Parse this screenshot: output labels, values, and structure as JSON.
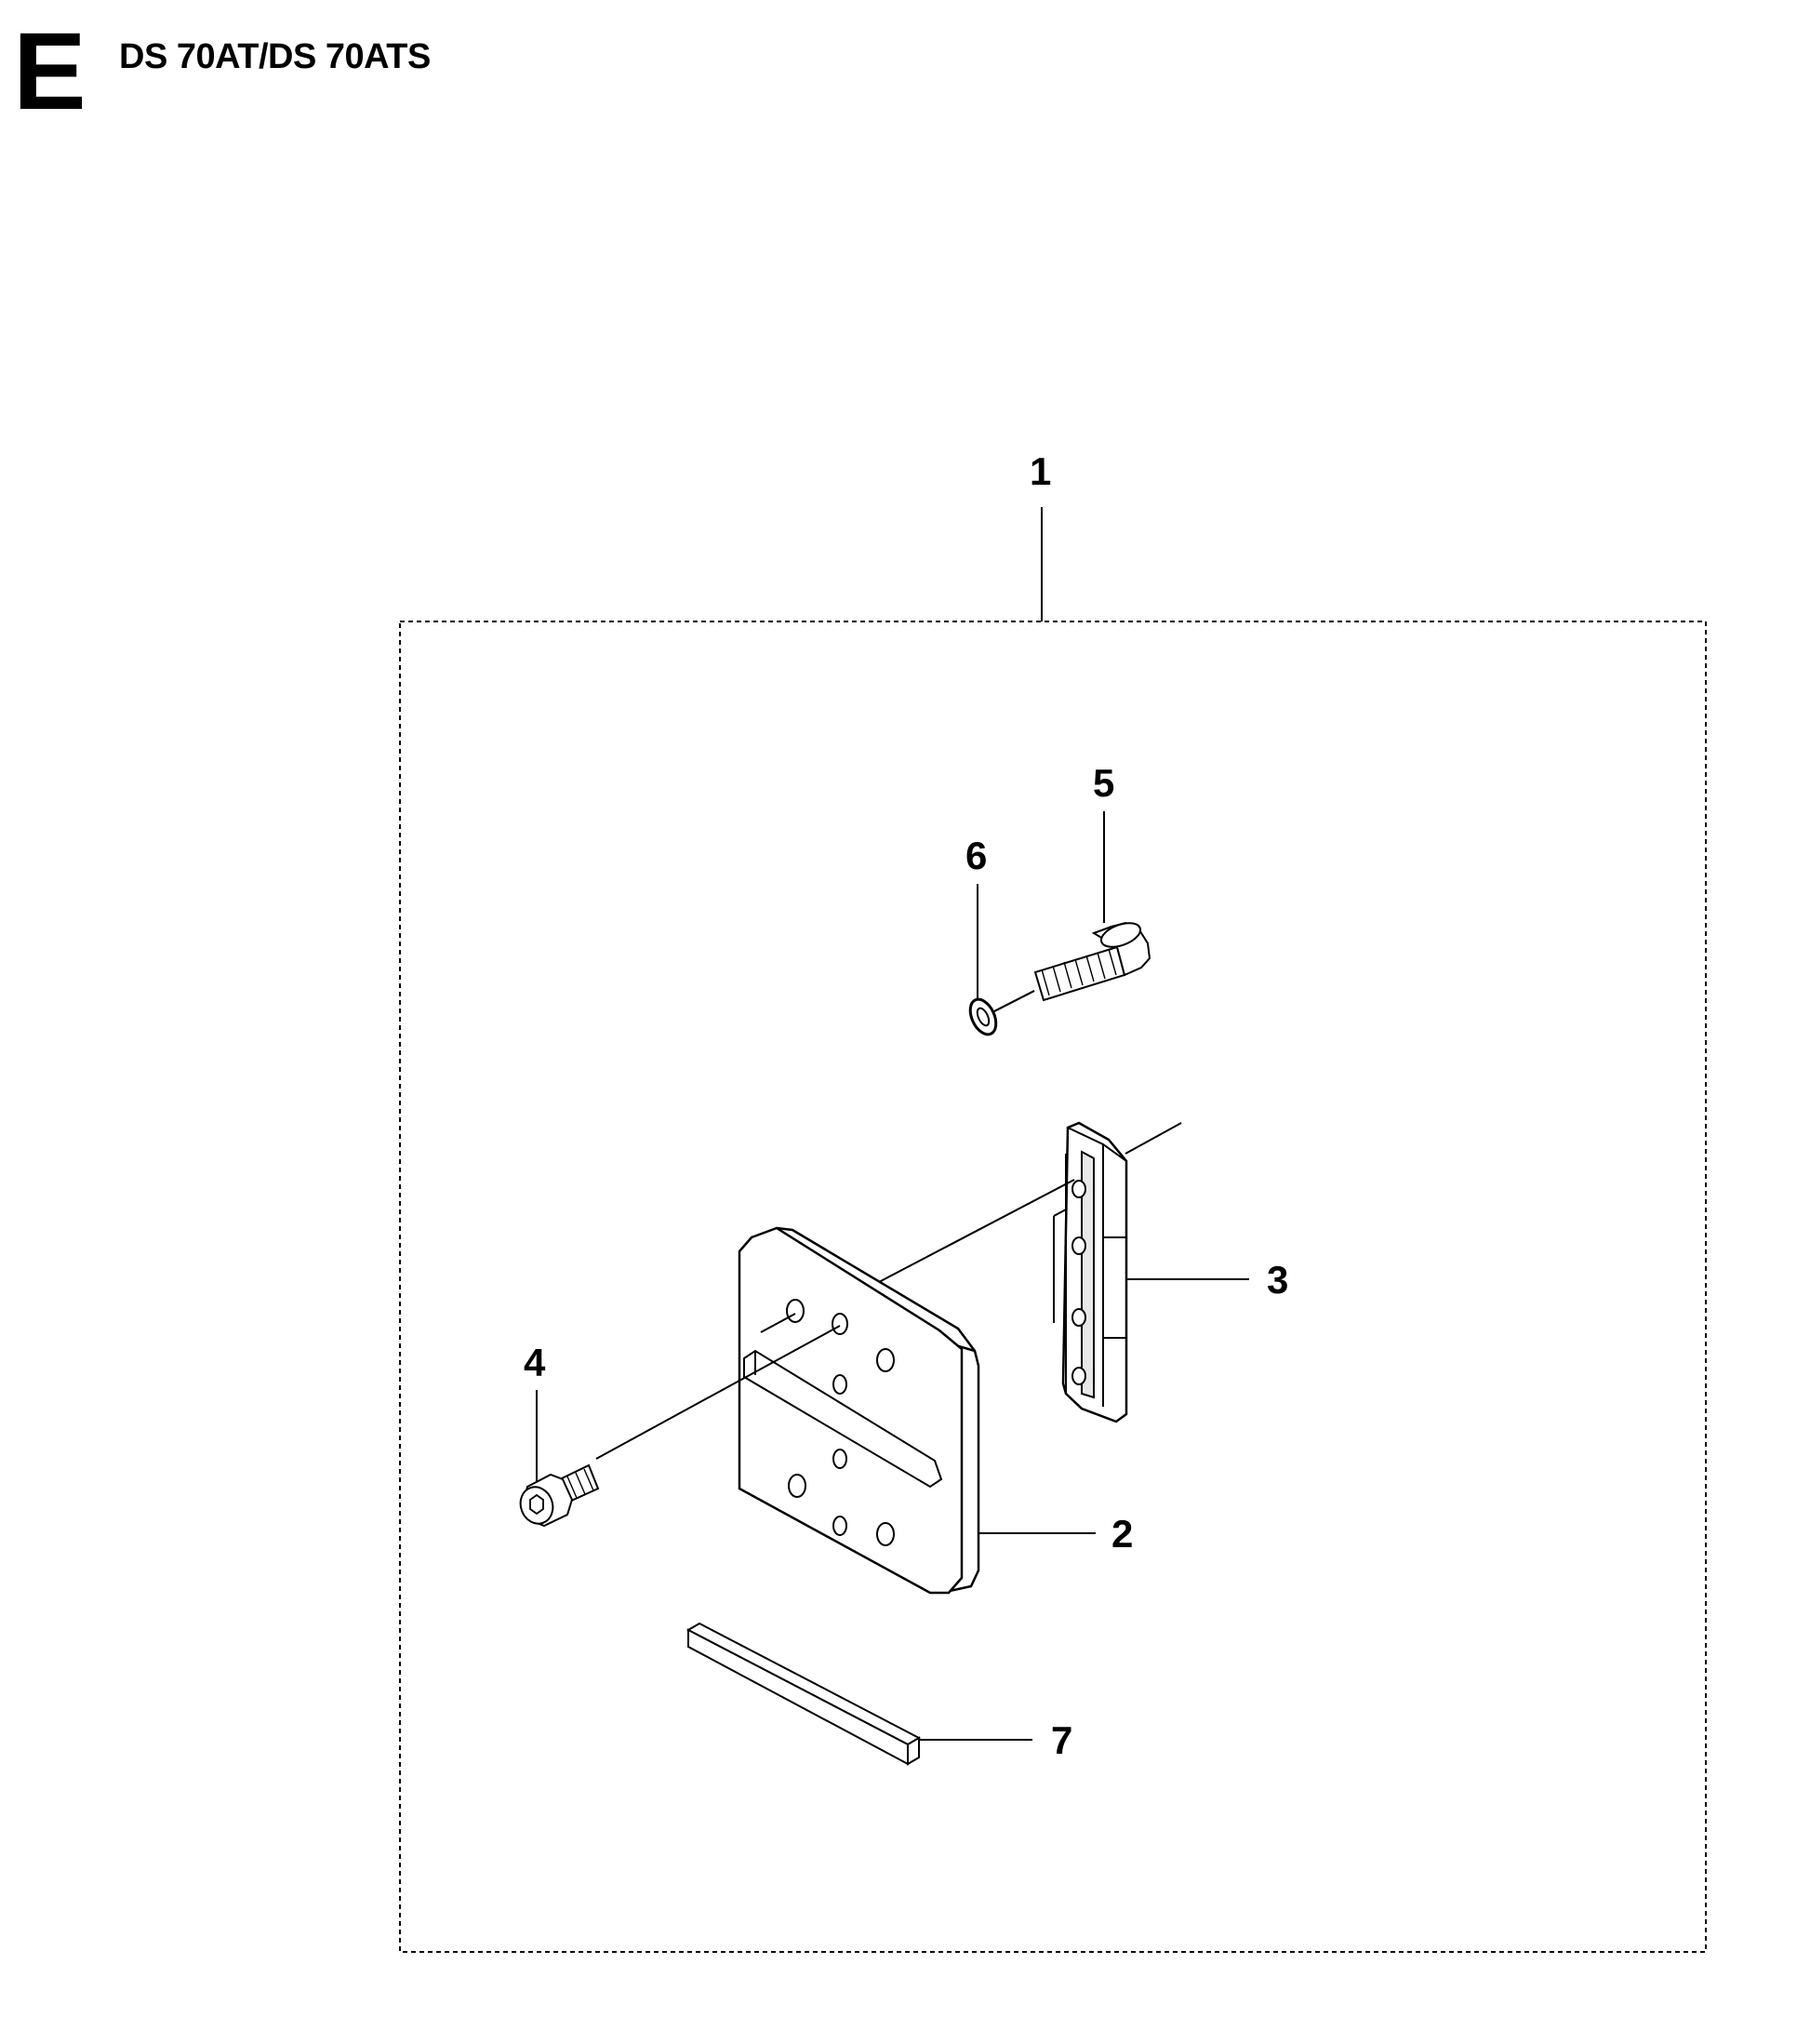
{
  "header": {
    "section_letter": "E",
    "model": "DS 70AT/DS 70ATS"
  },
  "diagram": {
    "callouts": [
      "1",
      "2",
      "3",
      "4",
      "5",
      "6",
      "7"
    ],
    "colors": {
      "line": "#000000",
      "part_fill": "#ffffff",
      "shade": "#dcdcdc"
    }
  }
}
